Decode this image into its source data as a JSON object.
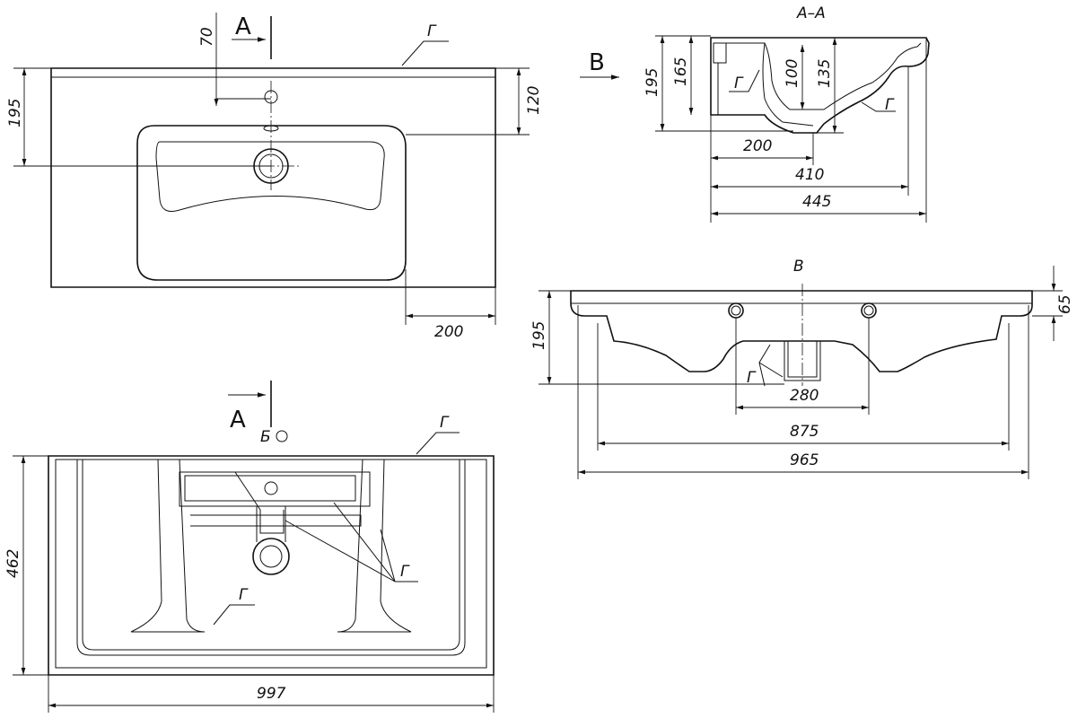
{
  "top_view": {
    "section_letter": "A",
    "dim_70": "70",
    "dim_195": "195",
    "dim_120": "120",
    "dim_200": "200",
    "glaze_mark": "Г"
  },
  "section_view": {
    "title": "A–A",
    "view_arrow_letter": "B",
    "dim_195": "195",
    "dim_165": "165",
    "dim_100": "100",
    "dim_135": "135",
    "dim_200": "200",
    "dim_410": "410",
    "dim_445": "445",
    "glaze_mark_1": "Г",
    "glaze_mark_2": "Г"
  },
  "front_view": {
    "title": "B",
    "dim_65": "65",
    "dim_195": "195",
    "dim_280": "280",
    "dim_875": "875",
    "dim_965": "965",
    "glaze_mark": "Г"
  },
  "bottom_view": {
    "section_letter": "A",
    "view_mark": "Б",
    "dim_462": "462",
    "dim_997": "997",
    "glaze_mark_1": "Г",
    "glaze_mark_2": "Г",
    "glaze_mark_3": "Г"
  }
}
